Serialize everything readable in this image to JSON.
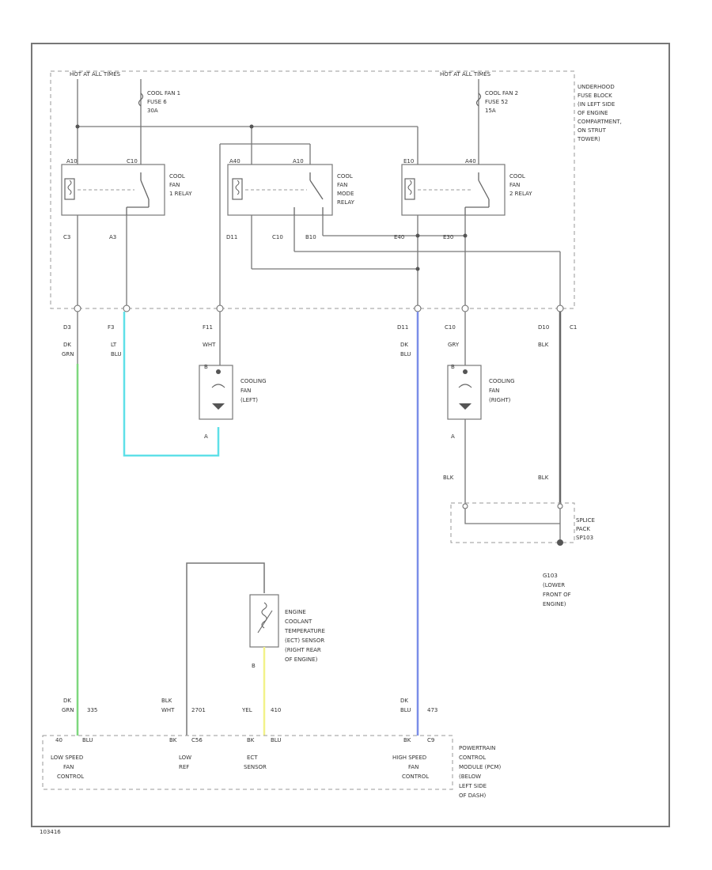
{
  "colors": {
    "dk_grn": "#7ed87e",
    "lt_blu": "#5fe0e8",
    "dk_blu": "#7b8ee8",
    "yel": "#f2f28a",
    "blk_wht": "#777777",
    "blk": "#666666"
  },
  "hot": {
    "left": "HOT AT ALL TIMES",
    "right": "HOT AT ALL TIMES"
  },
  "fuses": {
    "f1": [
      "COOL FAN 1",
      "FUSE 6",
      "30A"
    ],
    "f2": [
      "COOL FAN 2",
      "FUSE 52",
      "15A"
    ]
  },
  "fuse_block": [
    "UNDERHOOD",
    "FUSE BLOCK",
    "(IN LEFT SIDE",
    "OF ENGINE",
    "COMPARTMENT,",
    "ON STRUT",
    "TOWER)"
  ],
  "relays": {
    "r1": [
      "COOL",
      "FAN",
      "1 RELAY"
    ],
    "mode": [
      "COOL",
      "FAN",
      "MODE",
      "RELAY"
    ],
    "r2": [
      "COOL",
      "FAN",
      "2 RELAY"
    ]
  },
  "relay_pins": {
    "r1_85": "A10",
    "r1_30": "C10",
    "r1_86": "C3",
    "r1_87": "A3",
    "m_85": "A40",
    "m_30": "A10",
    "m_86": "D11",
    "m_87a": "C10",
    "m_87": "B10",
    "r2_85": "E10",
    "r2_30": "A40",
    "r2_86": "E40",
    "r2_87": "E30"
  },
  "inner": {
    "d11": "D11",
    "c10": "C10",
    "b10": "B10"
  },
  "exit_pins": [
    "D3",
    "F3",
    "F11",
    "D11",
    "C10",
    "D10",
    "C1"
  ],
  "wire_colors": {
    "d3": [
      "DK",
      "GRN"
    ],
    "f3": [
      "LT",
      "BLU"
    ],
    "f11": [
      "WHT"
    ],
    "d11": [
      "DK",
      "BLU"
    ],
    "c10": [
      "GRY"
    ],
    "c1": [
      "BLK"
    ]
  },
  "fans": {
    "left": [
      "COOLING",
      "FAN",
      "(LEFT)"
    ],
    "right": [
      "COOLING",
      "FAN",
      "(RIGHT)"
    ],
    "pin_b": "B",
    "pin_a": "A"
  },
  "blk_labels": [
    "BLK",
    "BLK"
  ],
  "splice": [
    "SPLICE",
    "PACK",
    "SP103"
  ],
  "ground": [
    "G103",
    "(LOWER",
    "FRONT OF",
    "ENGINE)"
  ],
  "ect": [
    "ENGINE",
    "COOLANT",
    "TEMPERATURE",
    "(ECT) SENSOR",
    "(RIGHT REAR",
    "OF ENGINE)"
  ],
  "ect_pin": "B",
  "pcm_wires": {
    "dk_grn": [
      "DK",
      "GRN"
    ],
    "n335": "335",
    "blk_wht": [
      "BLK",
      "WHT"
    ],
    "n2701": "2701",
    "yel": "YEL",
    "n410": "410",
    "dk_blu": [
      "DK",
      "BLU"
    ],
    "n473": "473"
  },
  "pcm_pins": {
    "p1a": "40",
    "p1b": "BLU",
    "p2a": "BK",
    "p2b": "C56",
    "p3a": "BK",
    "p3b": "BLU",
    "p4a": "BK",
    "p4b": "C9"
  },
  "pcm_functions": {
    "low_fan": [
      "LOW SPEED",
      "FAN",
      "CONTROL"
    ],
    "low_ref": [
      "LOW",
      "REF"
    ],
    "ect_sensor": [
      "ECT",
      "SENSOR"
    ],
    "high_fan": [
      "HIGH SPEED",
      "FAN",
      "CONTROL"
    ]
  },
  "pcm": [
    "POWERTRAIN",
    "CONTROL",
    "MODULE (PCM)",
    "(BELOW",
    "LEFT SIDE",
    "OF DASH)"
  ],
  "figure_id": "103416"
}
